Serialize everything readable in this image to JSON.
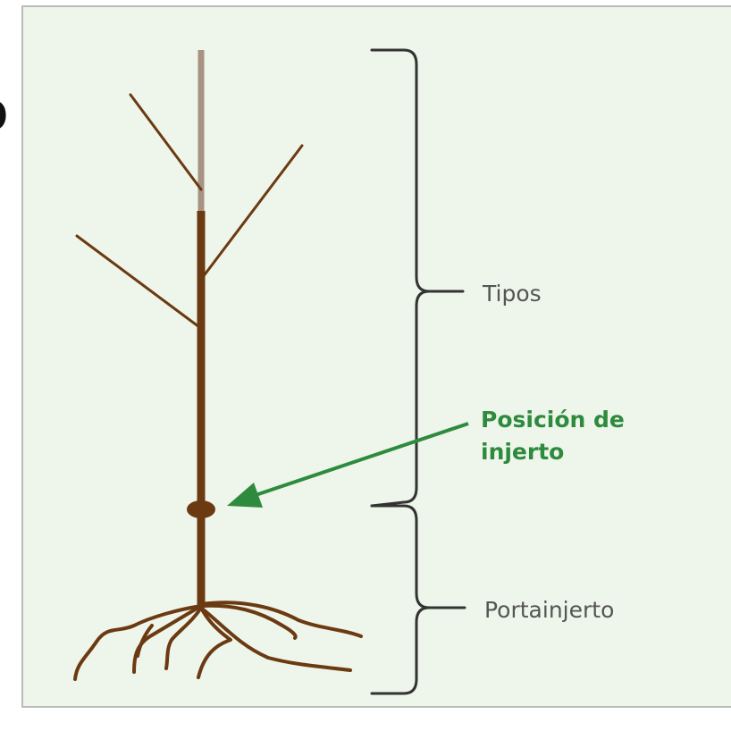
{
  "cropped_text": "o",
  "labels": {
    "upper_section": "Tipos",
    "lower_section": "Portainjerto",
    "graft_line1": "Posición de",
    "graft_line2": "injerto"
  },
  "colors": {
    "trunk": "#6b3a12",
    "upper_shoot": "#a89282",
    "root": "#6b3a12",
    "bracket": "#333333",
    "arrow": "#2e8b3e",
    "label_text": "#555555",
    "panel_background": "#eef5ea",
    "panel_border": "#b9bcb8"
  }
}
